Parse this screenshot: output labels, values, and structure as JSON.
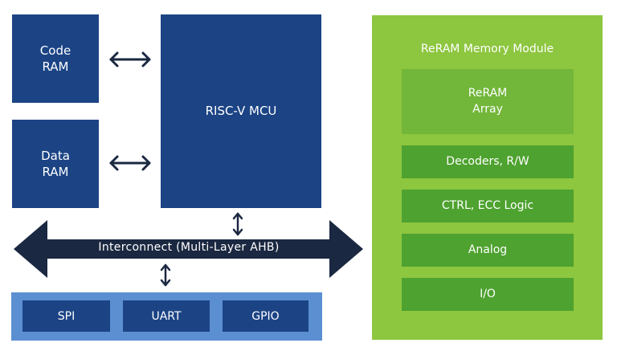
{
  "diagram": {
    "code_ram": {
      "line1": "Code",
      "line2": "RAM"
    },
    "data_ram": {
      "line1": "Data",
      "line2": "RAM"
    },
    "mcu": {
      "label": "RISC-V MCU"
    },
    "interconnect": {
      "label": "Interconnect (Multi-Layer AHB)"
    },
    "peripherals": [
      {
        "label": "SPI"
      },
      {
        "label": "UART"
      },
      {
        "label": "GPIO"
      }
    ],
    "memory_module": {
      "title": "ReRAM Memory Module",
      "array": {
        "line1": "ReRAM",
        "line2": "Array"
      },
      "blocks": [
        {
          "label": "Decoders, R/W"
        },
        {
          "label": "CTRL, ECC Logic"
        },
        {
          "label": "Analog"
        },
        {
          "label": "I/O"
        }
      ]
    },
    "colors": {
      "navy_block": "#1c4485",
      "peripheral_bar": "#5b8fd2",
      "module_bg": "#8dc63f",
      "module_block": "#4ea22f",
      "module_array": "#72b63a",
      "arrows": "#1b2841"
    }
  }
}
